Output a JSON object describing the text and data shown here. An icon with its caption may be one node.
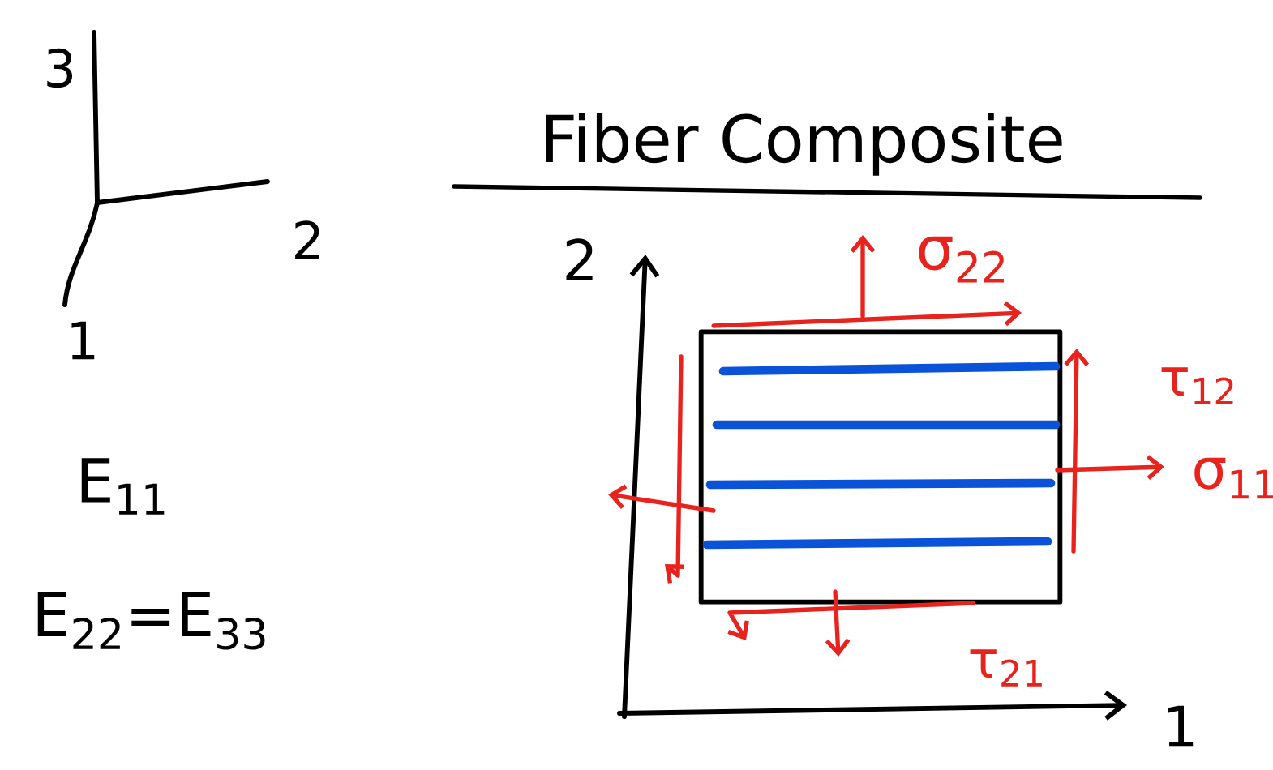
{
  "diagram": {
    "title": "Fiber Composite",
    "nodes": [
      {
        "text": [],
        "shape": "box"
      }
    ],
    "labels": [
      "3",
      "2",
      "1",
      "E$_{11}$",
      "E$_{22}$=E$_{33}$",
      "2",
      "1",
      "σ$_{22}$",
      "τ$_{12}$",
      "σ$_{11}$",
      "τ$_{21}$"
    ]
  }
}
